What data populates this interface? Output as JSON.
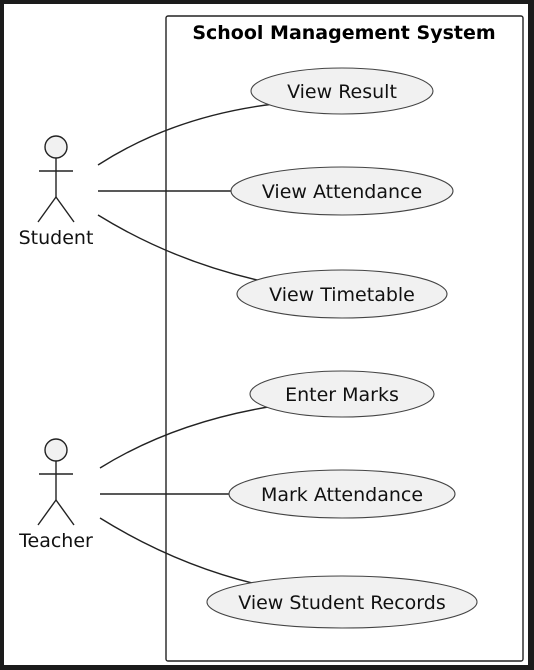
{
  "system": {
    "title": "School Management System"
  },
  "actors": [
    {
      "id": "student",
      "label": "Student"
    },
    {
      "id": "teacher",
      "label": "Teacher"
    }
  ],
  "use_cases": [
    {
      "id": "view-result",
      "label": "View Result",
      "actor": "student"
    },
    {
      "id": "view-attendance",
      "label": "View Attendance",
      "actor": "student"
    },
    {
      "id": "view-timetable",
      "label": "View Timetable",
      "actor": "student"
    },
    {
      "id": "enter-marks",
      "label": "Enter Marks",
      "actor": "teacher"
    },
    {
      "id": "mark-attendance",
      "label": "Mark Attendance",
      "actor": "teacher"
    },
    {
      "id": "view-student-records",
      "label": "View Student Records",
      "actor": "teacher"
    }
  ],
  "colors": {
    "background": "#1b1b1b",
    "canvas": "#ffffff",
    "use_case_fill": "#f1f1f1",
    "stroke": "#222222"
  }
}
